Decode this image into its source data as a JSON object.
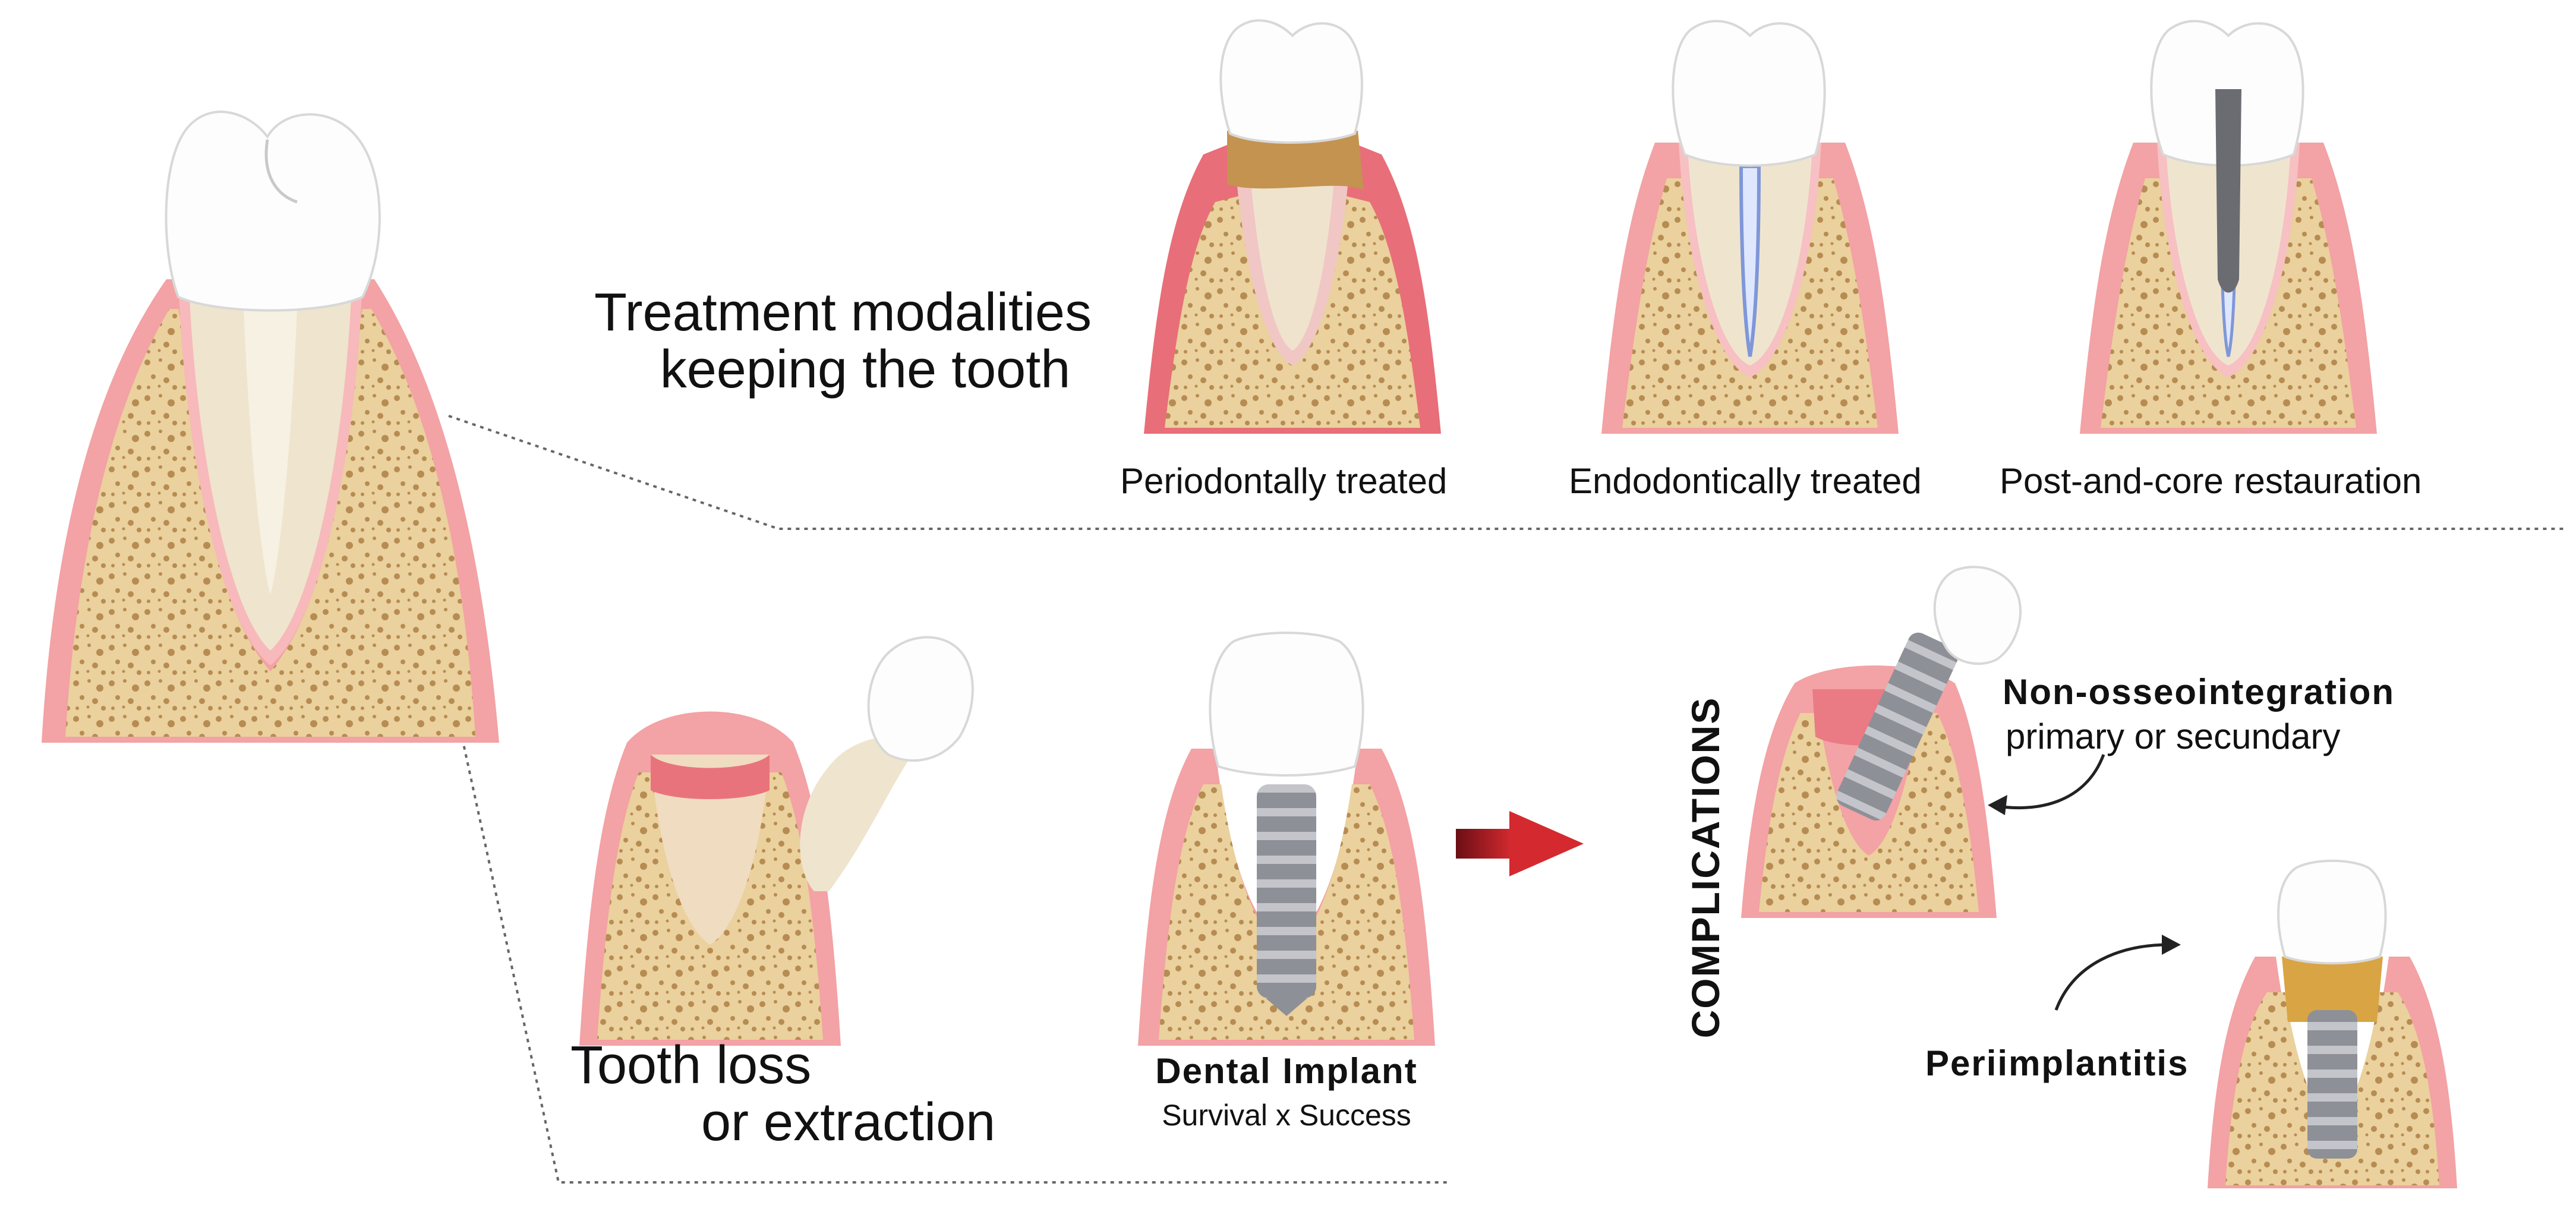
{
  "heading_keep": {
    "line1": "Treatment modalities",
    "line2": "keeping the tooth"
  },
  "heading_loss": {
    "line1": "Tooth loss",
    "line2": "or extraction"
  },
  "captions": {
    "periodontal": "Periodontally treated",
    "endodontic": "Endodontically treated",
    "post_core": "Post-and-core restauration"
  },
  "implant": {
    "title": "Dental Implant",
    "subtitle": "Survival x Success"
  },
  "complications": "COMPLICATIONS",
  "non_osseo": {
    "title": "Non-osseointegration",
    "subtitle": "primary or secundary"
  },
  "periimplantitis": "Periimplantitis",
  "colors": {
    "gum": "#f2a7a8",
    "gum_dark": "#e46f78",
    "bone": "#e8cf9c",
    "bone_speckle": "#b58a4f",
    "enamel": "#ffffff",
    "root": "#f1e7d2",
    "metal": "#8f9198",
    "arrow": "#a1131c",
    "tartar": "#c89a52"
  }
}
